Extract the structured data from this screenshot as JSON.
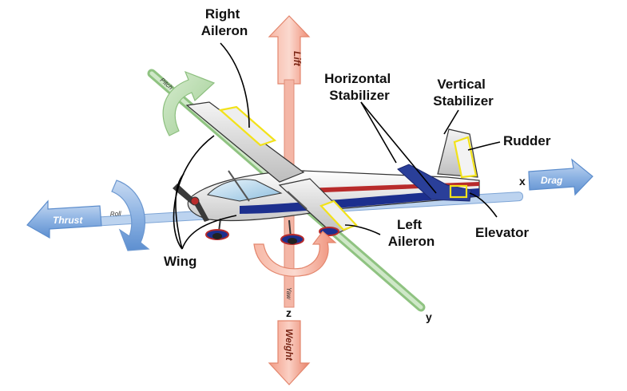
{
  "colors": {
    "pitch_axis": "#b9dcb0",
    "yaw_axis": "#f4a794",
    "roll_axis": "#a9c4e6",
    "highlight": "#f2e21a",
    "fuselage_stripe_blue": "#1c2f8e",
    "fuselage_stripe_red": "#b82b2b"
  },
  "labels": {
    "right_aileron": [
      "Right",
      "Aileron"
    ],
    "horizontal_stabilizer": [
      "Horizontal",
      "Stabilizer"
    ],
    "vertical_stabilizer": [
      "Vertical",
      "Stabilizer"
    ],
    "rudder": "Rudder",
    "elevator": "Elevator",
    "left_aileron": [
      "Left",
      "Aileron"
    ],
    "wing": "Wing"
  },
  "forces": {
    "lift": "Lift",
    "weight": "Weight",
    "thrust": "Thrust",
    "drag": "Drag"
  },
  "axes": {
    "x": "x",
    "y": "y",
    "z": "z",
    "pitch": "Pitch",
    "roll": "Roll",
    "yaw": "Yaw"
  }
}
